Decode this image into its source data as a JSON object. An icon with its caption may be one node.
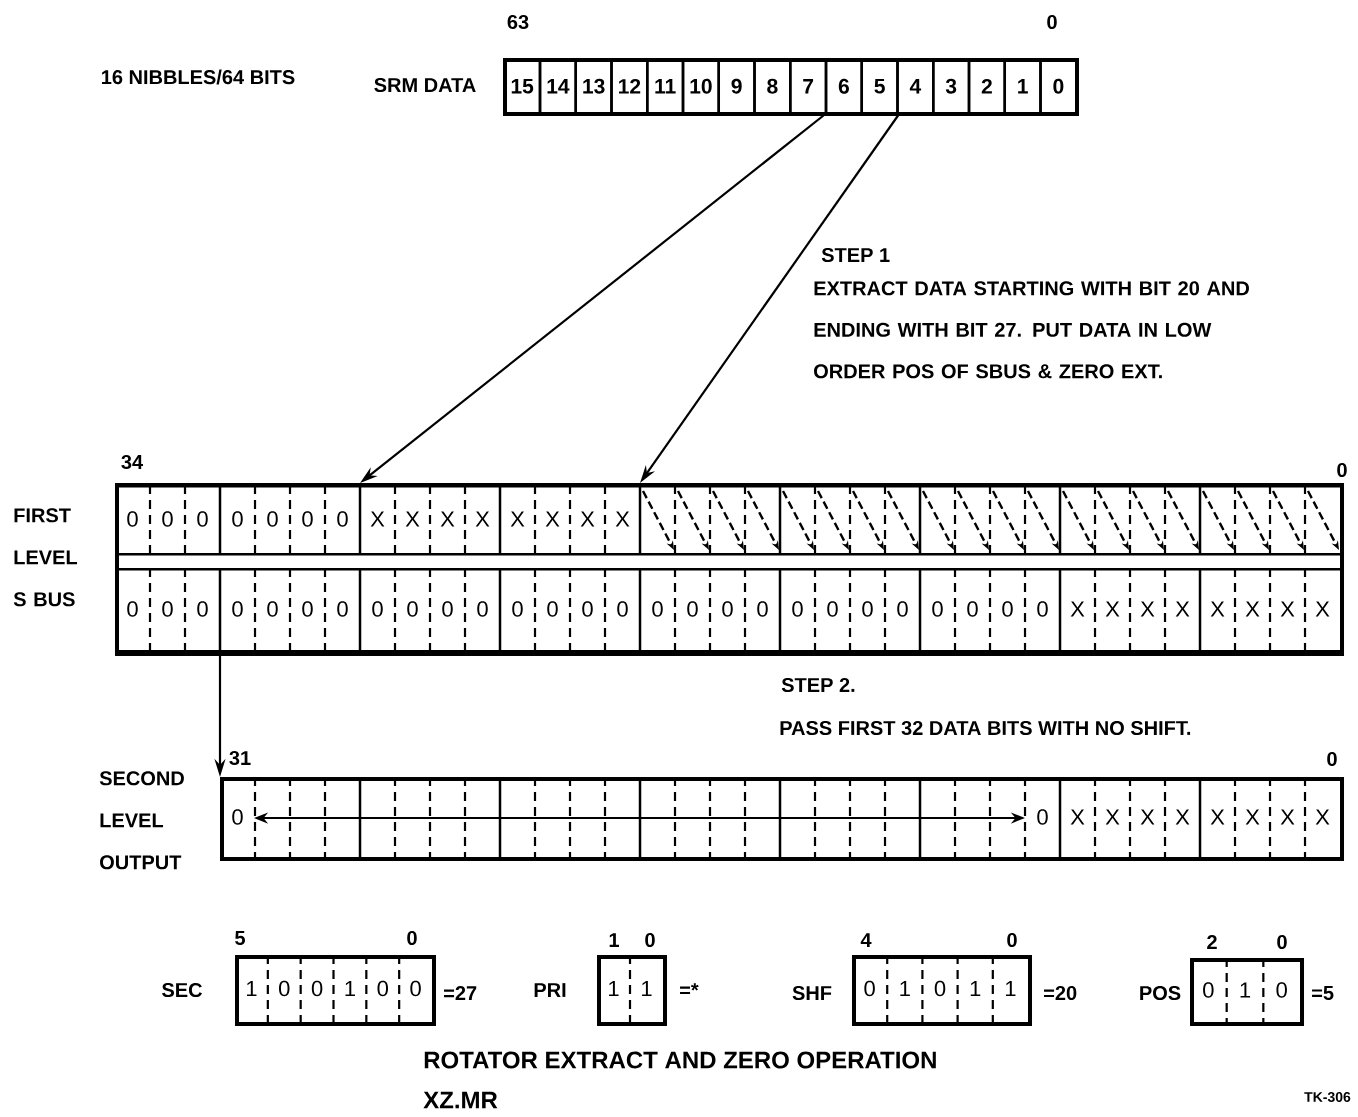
{
  "diagram": {
    "caption": "ROTATOR EXTRACT AND ZERO OPERATION",
    "nodes": [
      {
        "text": [
          "SRM DATA"
        ],
        "beside": [
          "63",
          "0"
        ]
      },
      {
        "text": [
          "15"
        ],
        "in": 0
      },
      {
        "text": [
          "14"
        ],
        "in": 0
      },
      {
        "text": [
          "13"
        ],
        "in": 0
      },
      {
        "text": [
          "12"
        ],
        "in": 0
      },
      {
        "text": [
          "11"
        ],
        "in": 0
      },
      {
        "text": [
          "10"
        ],
        "in": 0
      },
      {
        "text": [
          "9"
        ],
        "in": 0
      },
      {
        "text": [
          "8"
        ],
        "in": 0
      },
      {
        "text": [
          "7"
        ],
        "in": 0
      },
      {
        "text": [
          "6"
        ],
        "in": 0
      },
      {
        "text": [
          "5"
        ],
        "in": 0
      },
      {
        "text": [
          "4"
        ],
        "in": 0
      },
      {
        "text": [
          "3"
        ],
        "in": 0
      },
      {
        "text": [
          "2"
        ],
        "in": 0
      },
      {
        "text": [
          "1"
        ],
        "in": 0
      },
      {
        "text": [
          "0"
        ],
        "in": 0
      },
      {
        "text": [
          "FIRST LEVEL S BUS"
        ],
        "beside": [
          "34",
          "0"
        ]
      },
      {
        "text": [
          "0",
          "0",
          "0",
          "0",
          "0",
          "0",
          "0",
          "X",
          "X",
          "X",
          "X",
          "X",
          "X",
          "X",
          "X"
        ],
        "in": 17
      },
      {
        "text": [
          "0",
          "0",
          "0",
          "0",
          "0",
          "0",
          "0",
          "0",
          "0",
          "0",
          "0",
          "0",
          "0",
          "0",
          "0",
          "0",
          "0",
          "0",
          "0",
          "0",
          "0",
          "0",
          "0",
          "0",
          "0",
          "0",
          "0",
          "X",
          "X",
          "X",
          "X",
          "X",
          "X",
          "X",
          "X"
        ],
        "in": 17
      },
      {
        "text": [
          "SECOND LEVEL OUTPUT",
          "0",
          "0",
          "X",
          "X",
          "X",
          "X",
          "X",
          "X",
          "X",
          "X"
        ],
        "beside": [
          "31",
          "0"
        ]
      },
      {
        "text": [
          "SEC",
          "1",
          "0",
          "0",
          "1",
          "0",
          "0"
        ],
        "beside": [
          "5",
          "0",
          "=27"
        ]
      },
      {
        "text": [
          "PRI",
          "1",
          "1"
        ],
        "beside": [
          "1",
          "0",
          "=*"
        ]
      },
      {
        "text": [
          "SHF",
          "0",
          "1",
          "0",
          "1",
          "1"
        ],
        "beside": [
          "4",
          "0",
          "=20"
        ]
      },
      {
        "text": [
          "POS",
          "0",
          "1",
          "0"
        ],
        "beside": [
          "2",
          "0",
          "=5"
        ]
      }
    ],
    "edges": [
      {
        "from": 10,
        "to": 18,
        "arrow": "to"
      },
      {
        "from": 11,
        "to": 18,
        "arrow": "to"
      },
      {
        "from": 19,
        "to": 20,
        "arrow": "to"
      }
    ],
    "labels": [
      "16 NIBBLES/64 BITS",
      "STEP 1",
      "EXTRACT DATA STARTING WITH BIT 20 AND ENDING WITH BIT 27. PUT DATA IN LOW ORDER POS OF SBUS & ZERO EXT.",
      "STEP 2.",
      "PASS FIRST 32 DATA BITS WITH NO SHIFT.",
      "XZ.MR",
      "TK-306"
    ]
  }
}
